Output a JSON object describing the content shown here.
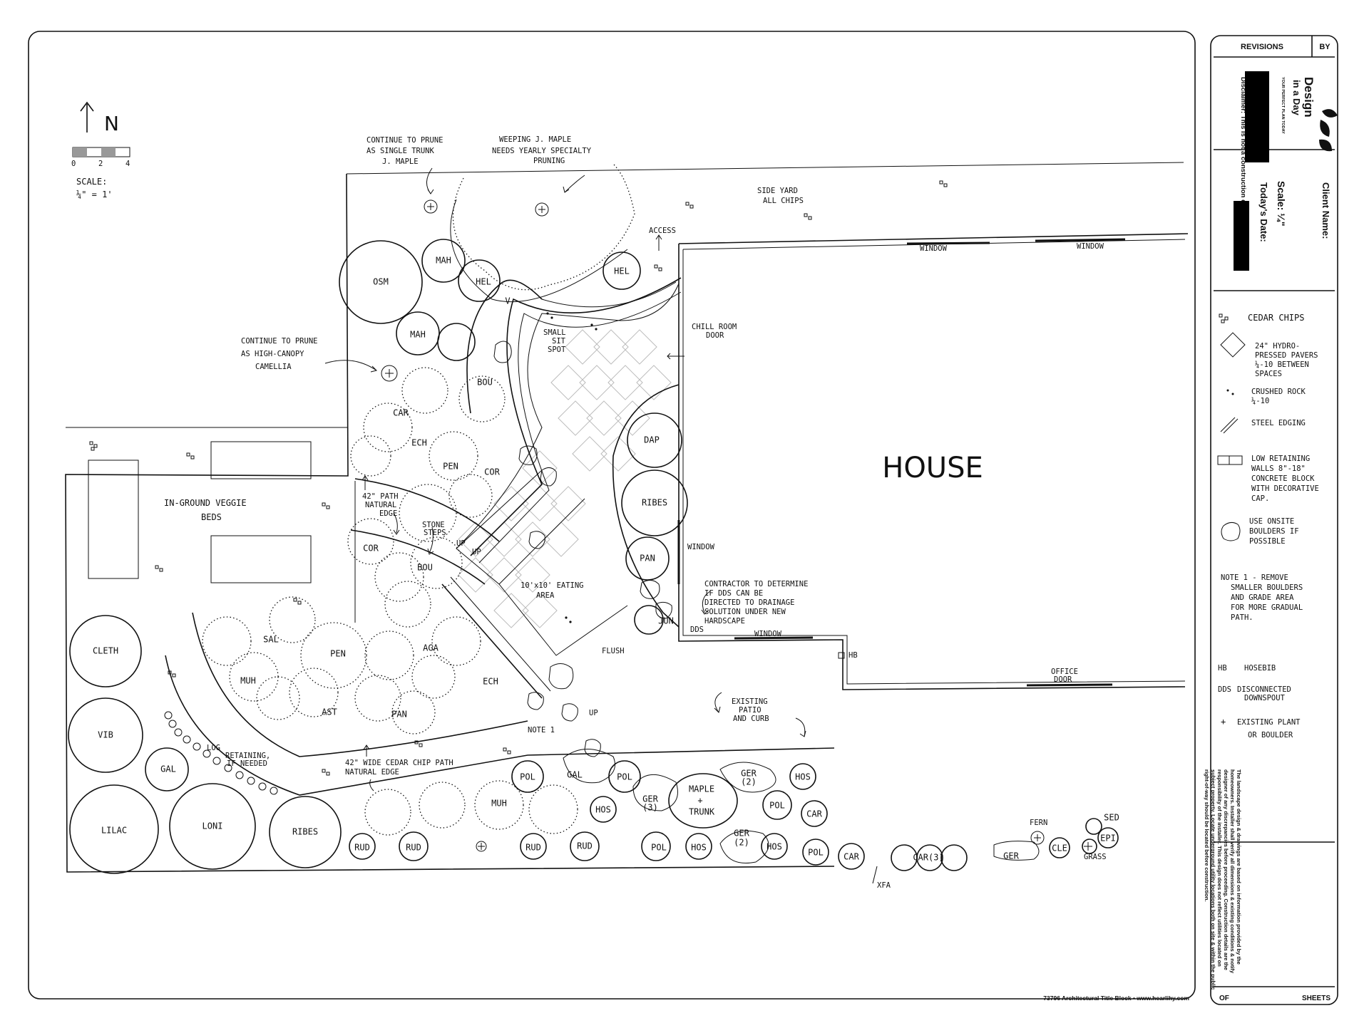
{
  "north": {
    "label": "N"
  },
  "scale_bar": {
    "ticks": [
      "0",
      "2",
      "4"
    ]
  },
  "scale_note": [
    "SCALE:",
    "¼\" = 1'"
  ],
  "notes": {
    "prune_single_trunk": [
      "CONTINUE TO PRUNE",
      "AS SINGLE TRUNK",
      "J. MAPLE"
    ],
    "weeping_maple": [
      "WEEPING J. MAPLE",
      "NEEDS YEARLY SPECIALTY",
      "PRUNING"
    ],
    "side_yard": [
      "SIDE YARD",
      "ALL CHIPS"
    ],
    "access": "ACCESS",
    "prune_camellia": [
      "CONTINUE TO PRUNE",
      "AS HIGH-CANOPY",
      "CAMELLIA"
    ],
    "small_sit_spot": [
      "SMALL",
      "SIT",
      "SPOT"
    ],
    "chill_room_door": [
      "CHILL ROOM",
      "DOOR"
    ],
    "path_42": [
      "42\" PATH",
      "NATURAL",
      "EDGE"
    ],
    "stone_steps": [
      "STONE",
      "STEPS"
    ],
    "up_1": "UP",
    "up_2": "UP",
    "up_3": "UP",
    "veggie_beds": [
      "IN-GROUND VEGGIE",
      "BEDS"
    ],
    "eating_area": [
      "10'x10' EATING",
      "AREA"
    ],
    "contractor": [
      "CONTRACTOR TO DETERMINE",
      "IF DDS CAN BE",
      "DIRECTED TO DRAINAGE",
      "SOLUTION UNDER NEW",
      "HARDSCAPE"
    ],
    "flush": "FLUSH",
    "existing_patio": [
      "EXISTING",
      "PATIO",
      "AND CURB"
    ],
    "note_1": "NOTE 1",
    "log_retaining": [
      "LOG",
      "RETAINING,",
      "IF NEEDED"
    ],
    "cedar_path": [
      "42\" WIDE CEDAR CHIP PATH",
      "NATURAL EDGE"
    ],
    "xfa": "XFA",
    "fern": "FERN",
    "grass": "GRASS"
  },
  "house": {
    "label": "HOUSE",
    "windows": [
      "WINDOW",
      "WINDOW",
      "WINDOW",
      "WINDOW"
    ],
    "dds": "DDS",
    "hb": "HB",
    "office_door": [
      "OFFICE",
      "DOOR"
    ]
  },
  "plants": {
    "osm": "OSM",
    "mah1": "MAH",
    "mah2": "MAH",
    "hel1": "HEL",
    "hel2": "HEL",
    "v": "V",
    "car1": "CAR",
    "ech1": "ECH",
    "pen1": "PEN",
    "bou1": "BOU",
    "cor1": "COR",
    "dap": "DAP",
    "ribes1": "RIBES",
    "pan1": "PAN",
    "cor2": "COR",
    "bou2": "BOU",
    "jun": "JUN",
    "sal": "SAL",
    "muh1": "MUH",
    "pen2": "PEN",
    "aga": "AGA",
    "ast": "AST",
    "pan2": "PAN",
    "ech2": "ECH",
    "cleth": "CLETH",
    "vib": "VIB",
    "gal1": "GAL",
    "lilac": "LILAC",
    "loni": "LONI",
    "ribes2": "RIBES",
    "muh2": "MUH",
    "rud1": "RUD",
    "rud2": "RUD",
    "rud3": "RUD",
    "rud4": "RUD",
    "pol1": "POL",
    "gal2": "GAL",
    "pol2": "POL",
    "hos1": "HOS",
    "ger1": "GER",
    "ger1b": "(3)",
    "maple": "MAPLE",
    "trunk": "TRUNK",
    "ger2": "GER",
    "ger2b": "(2)",
    "hos2": "HOS",
    "pol3": "POL",
    "car2": "CAR",
    "pol4": "POL",
    "hos3": "HOS",
    "ger3": "GER",
    "ger3b": "(2)",
    "hos4": "HOS",
    "pol5": "POL",
    "car3": "CAR",
    "car4": "CAR(3)",
    "ger4": "GER",
    "cle": "CLE",
    "sed": "SED",
    "epi": "EPI"
  },
  "legend": {
    "cedar_chips": "CEDAR CHIPS",
    "pavers": [
      "24\" HYDRO-",
      "PRESSED PAVERS",
      "¼-10 BETWEEN",
      "SPACES"
    ],
    "crushed_rock": [
      "CRUSHED ROCK",
      "¼-10"
    ],
    "steel_edging": "STEEL EDGING",
    "retaining": [
      "LOW RETAINING",
      "WALLS 8\"-18\"",
      "CONCRETE BLOCK",
      "WITH DECORATIVE",
      "CAP."
    ],
    "boulders": [
      "USE ONSITE",
      "BOULDERS IF",
      "POSSIBLE"
    ],
    "note1": [
      "NOTE 1 - REMOVE",
      "SMALLER BOULDERS",
      "AND GRADE AREA",
      "FOR MORE GRADUAL",
      "PATH."
    ],
    "hb_abbr": "HB",
    "hb_text": "HOSEBIB",
    "dds_abbr": "DDS",
    "dds_text": [
      "DISCONNECTED",
      "DOWNSPOUT"
    ],
    "existing_sym": "+",
    "existing_text": [
      "EXISTING PLANT",
      "OR BOULDER"
    ]
  },
  "title_block": {
    "revisions": "REVISIONS",
    "by": "BY",
    "client_name": "Client Name:",
    "scale": "Scale: ¼\"",
    "todays_date": "Today's Date:",
    "disclaimer": "Disclaimer: This is not a construction drawing.",
    "logo_main": "Design",
    "logo_sub": "in a Day",
    "logo_tag": "YOUR PERFECT PLAN TODAY",
    "fine_print": [
      "The landscape design & drawings are based on information provided by the",
      "homeowners. Installer shall verify all dimensions & existing conditions & notify",
      "designer of any discrepancies before proceeding. Construction details are the",
      "responsibility of the installer. This design does not reflect utilities located on",
      "subject property. Locate underground utility locations both on site & within the public",
      "right-of-way should be located before construction."
    ],
    "of": "OF",
    "sheets": "SHEETS"
  },
  "footer": "73796 Architectural Title Block • www.hearlihy.com"
}
